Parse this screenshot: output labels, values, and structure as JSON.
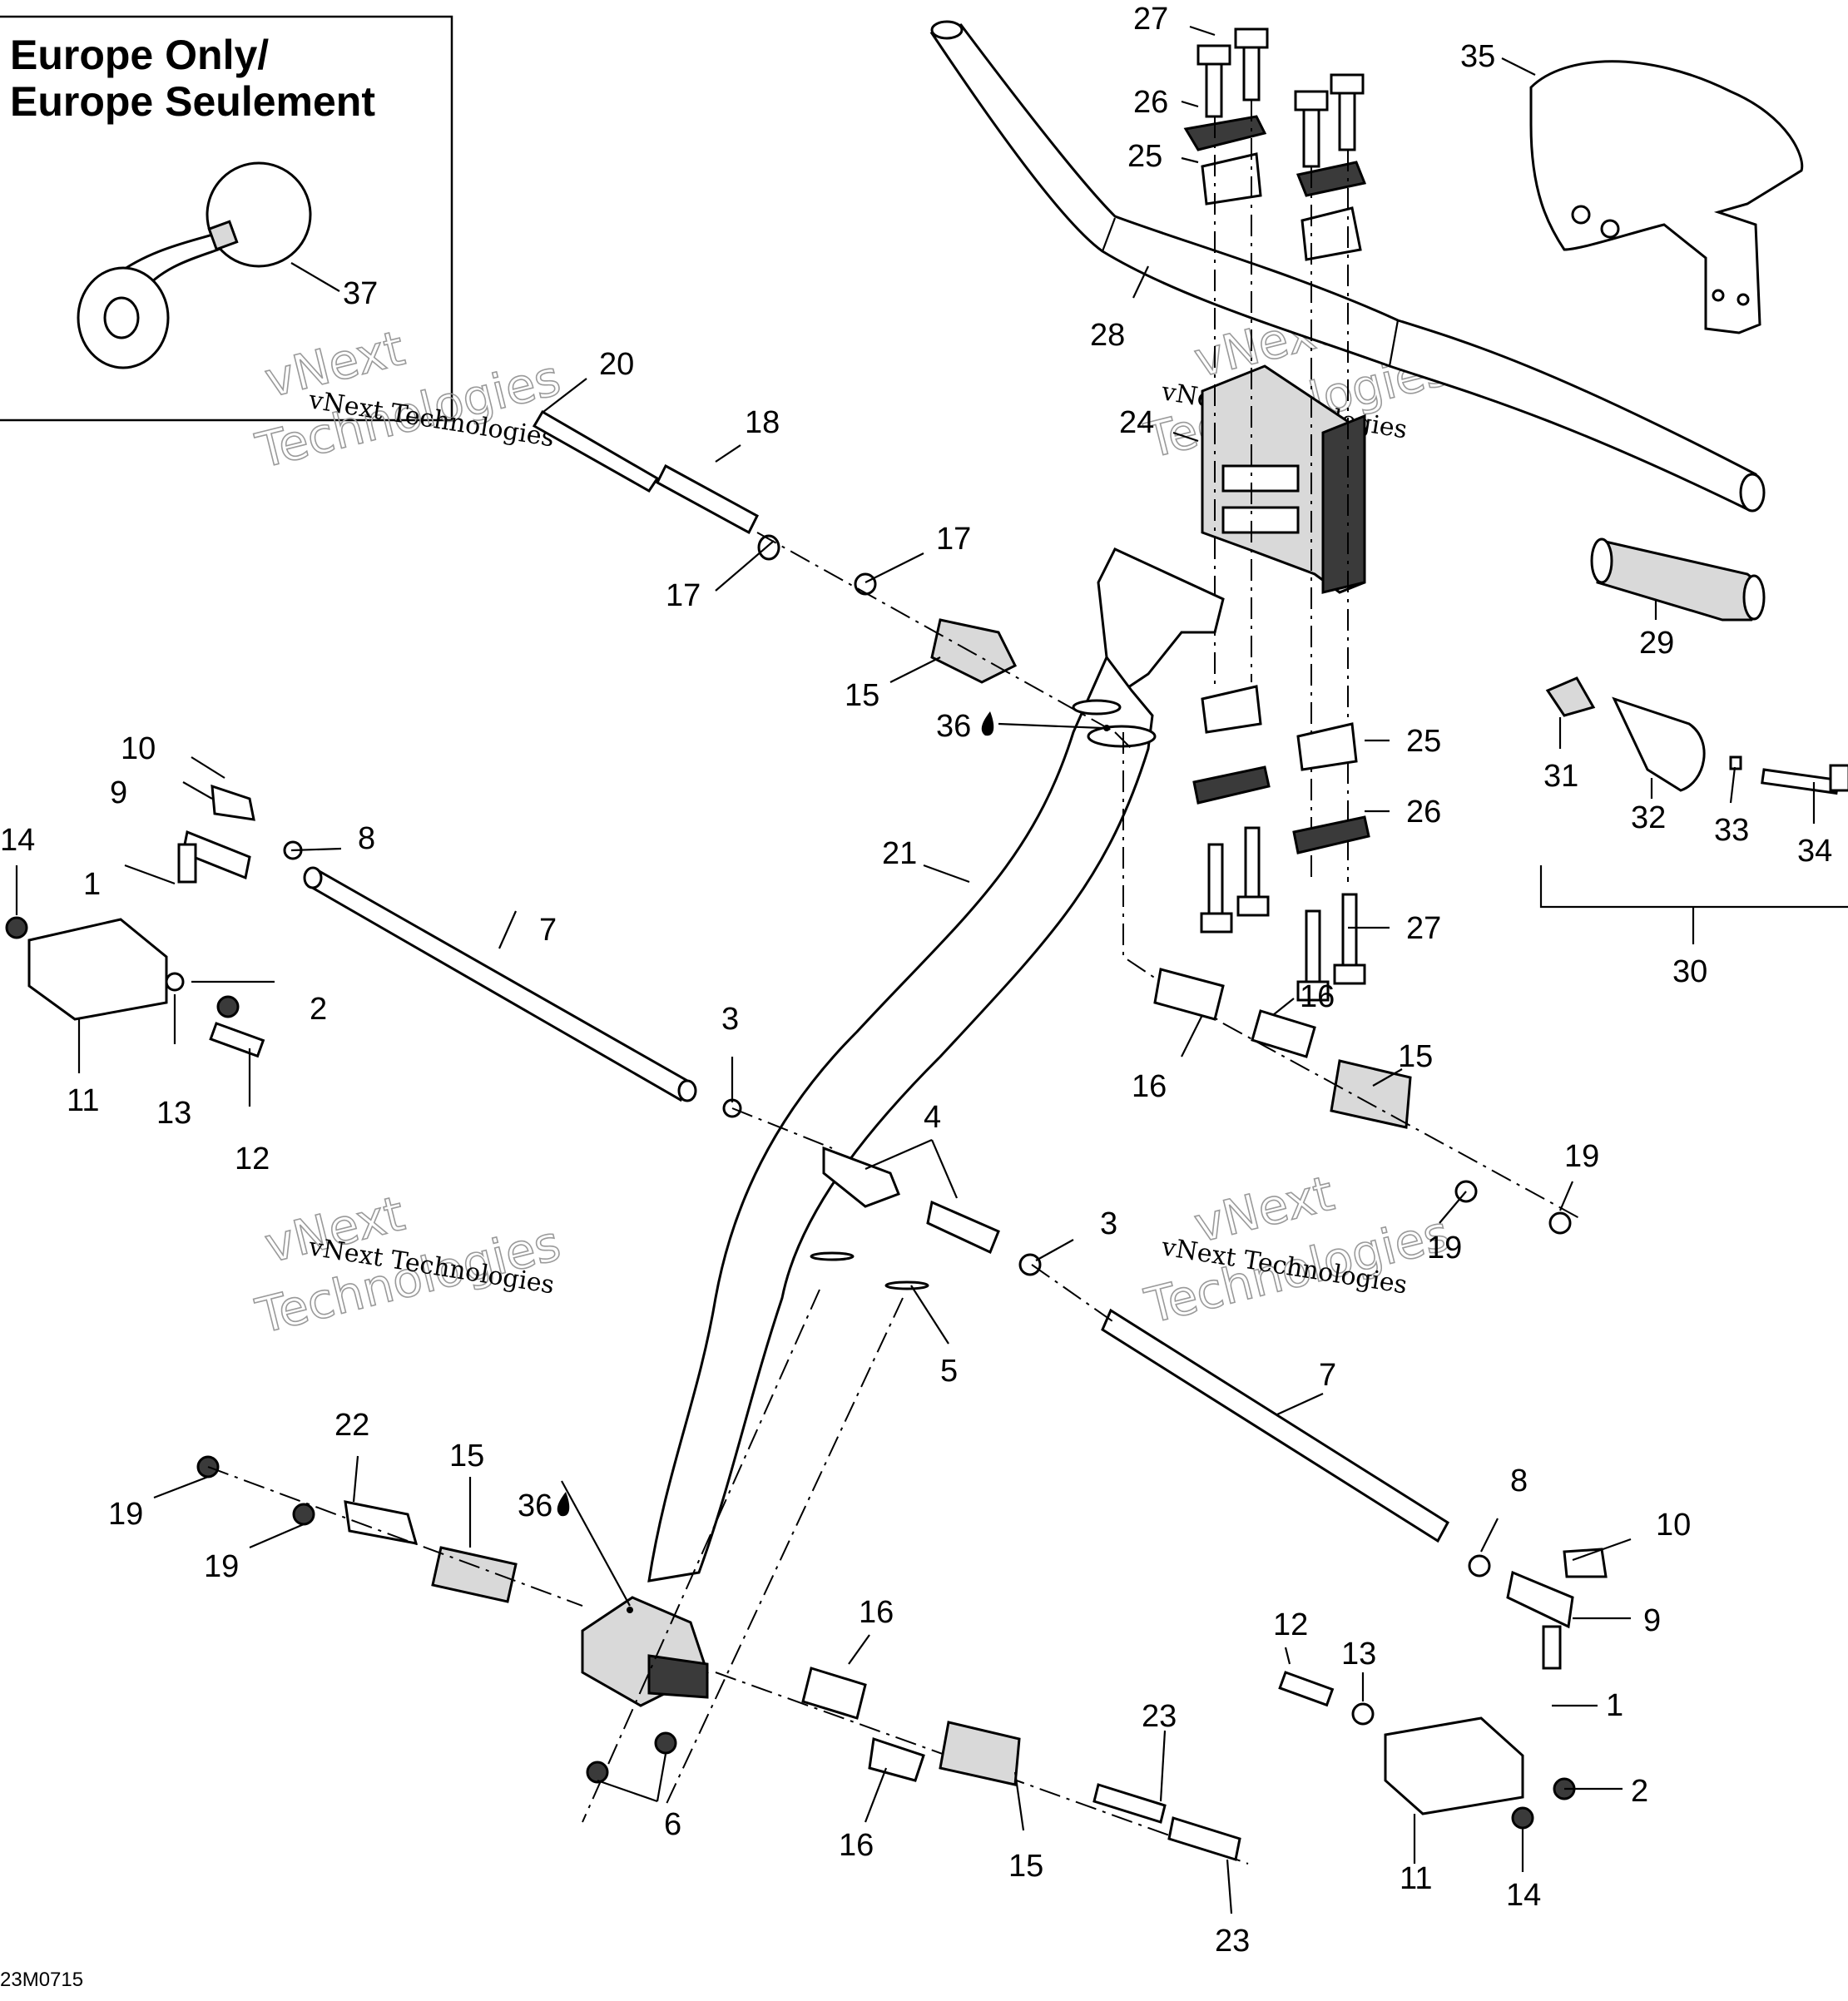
{
  "inset": {
    "title_line1": "Europe Only/",
    "title_line2": "Europe Seulement"
  },
  "drawing_code": "23M0715",
  "watermark": {
    "line": "vNext Technologies",
    "big_top": "vNext",
    "big_bottom": "Technologies"
  },
  "callouts": {
    "c1a": "1",
    "c1b": "1",
    "c2a": "2",
    "c2b": "2",
    "c3a": "3",
    "c3b": "3",
    "c4": "4",
    "c5": "5",
    "c6": "6",
    "c7a": "7",
    "c7b": "7",
    "c8a": "8",
    "c8b": "8",
    "c9a": "9",
    "c9b": "9",
    "c10a": "10",
    "c10b": "10",
    "c11a": "11",
    "c11b": "11",
    "c12a": "12",
    "c12b": "12",
    "c13a": "13",
    "c13b": "13",
    "c14a": "14",
    "c14b": "14",
    "c15a": "15",
    "c15b": "15",
    "c15c": "15",
    "c15d": "15",
    "c16a": "16",
    "c16b": "16",
    "c16c": "16",
    "c16d": "16",
    "c17a": "17",
    "c17b": "17",
    "c18": "18",
    "c19a": "19",
    "c19b": "19",
    "c19c": "19",
    "c19d": "19",
    "c20": "20",
    "c21": "21",
    "c22": "22",
    "c23a": "23",
    "c23b": "23",
    "c24": "24",
    "c25a": "25",
    "c25b": "25",
    "c26a": "26",
    "c26b": "26",
    "c27a": "27",
    "c27b": "27",
    "c28": "28",
    "c29": "29",
    "c30": "30",
    "c31": "31",
    "c32": "32",
    "c33": "33",
    "c34": "34",
    "c35": "35",
    "c36a": "36",
    "c36b": "36",
    "c37": "37"
  }
}
